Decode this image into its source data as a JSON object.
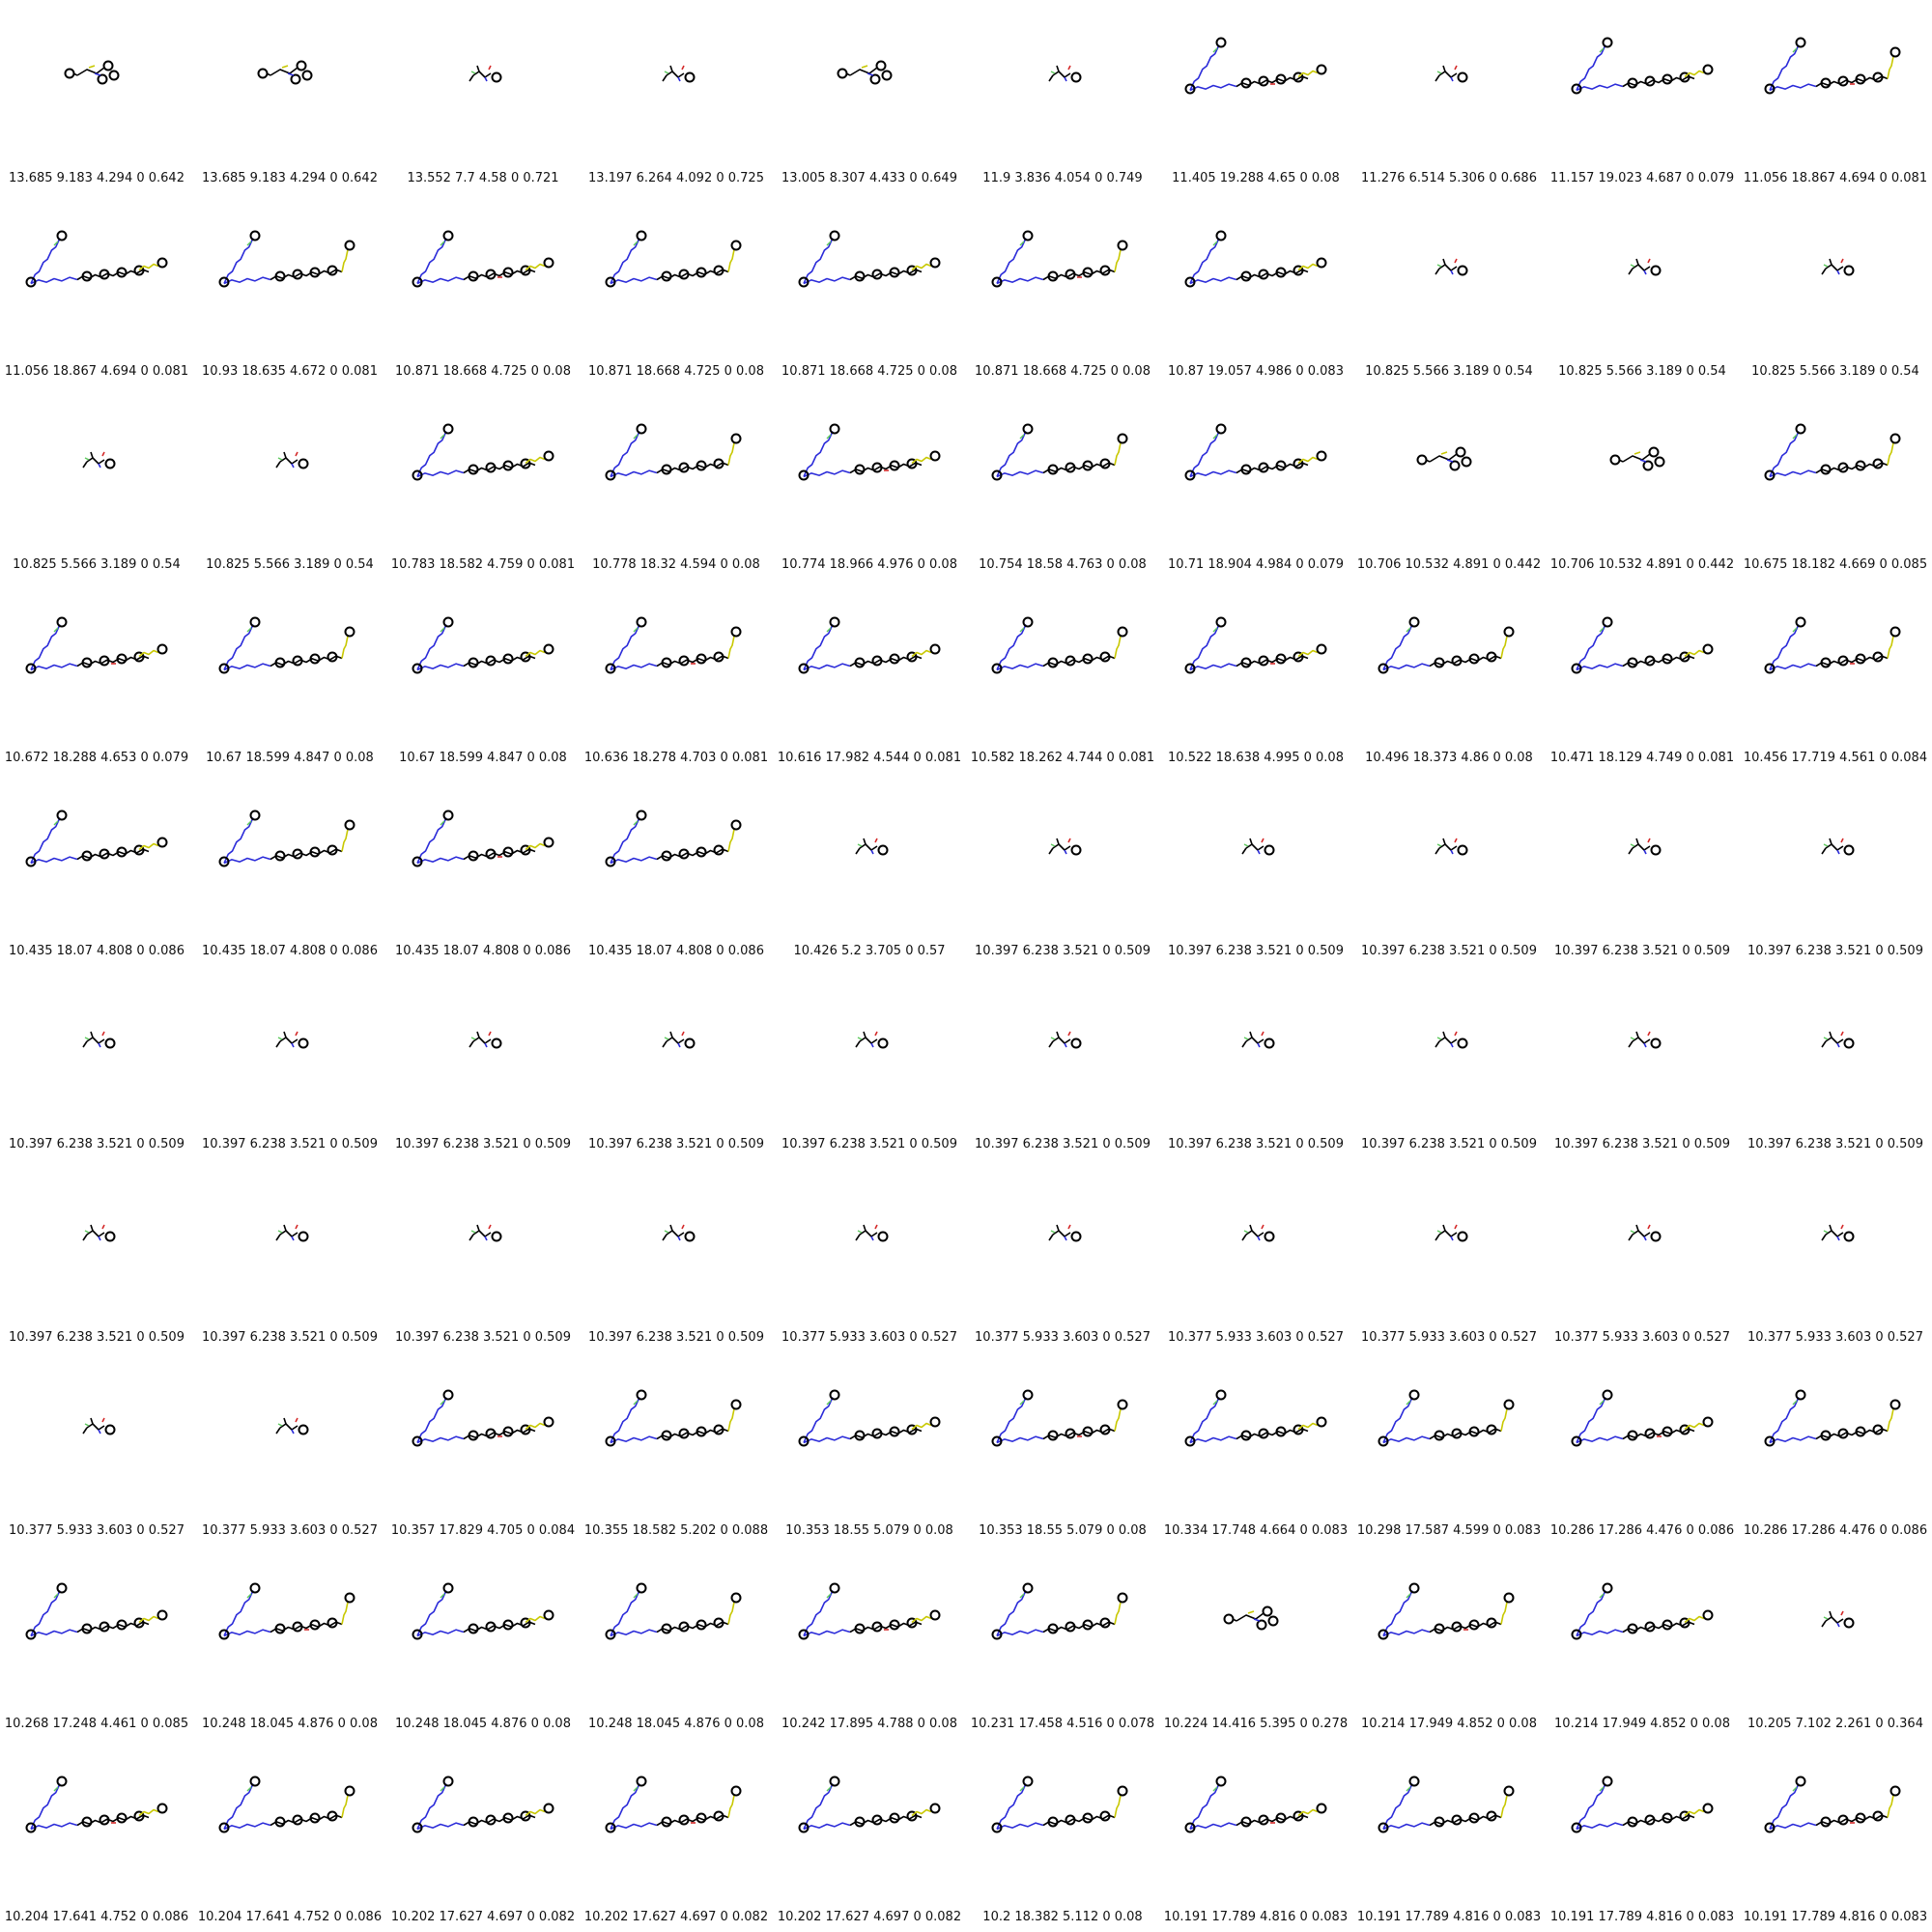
{
  "grid": {
    "columns": 10,
    "rows": 10,
    "labels": [
      "13.685 9.183 4.294 0 0.642",
      "13.685 9.183 4.294 0 0.642",
      "13.552 7.7 4.58 0 0.721",
      "13.197 6.264 4.092 0 0.725",
      "13.005 8.307 4.433 0 0.649",
      "11.9 3.836 4.054 0 0.749",
      "11.405 19.288 4.65 0 0.08",
      "11.276 6.514 5.306 0 0.686",
      "11.157 19.023 4.687 0 0.079",
      "11.056 18.867 4.694 0 0.081",
      "11.056 18.867 4.694 0 0.081",
      "10.93 18.635 4.672 0 0.081",
      "10.871 18.668 4.725 0 0.08",
      "10.871 18.668 4.725 0 0.08",
      "10.871 18.668 4.725 0 0.08",
      "10.871 18.668 4.725 0 0.08",
      "10.87 19.057 4.986 0 0.083",
      "10.825 5.566 3.189 0 0.54",
      "10.825 5.566 3.189 0 0.54",
      "10.825 5.566 3.189 0 0.54",
      "10.825 5.566 3.189 0 0.54",
      "10.825 5.566 3.189 0 0.54",
      "10.783 18.582 4.759 0 0.081",
      "10.778 18.32 4.594 0 0.08",
      "10.774 18.966 4.976 0 0.08",
      "10.754 18.58 4.763 0 0.08",
      "10.71 18.904 4.984 0 0.079",
      "10.706 10.532 4.891 0 0.442",
      "10.706 10.532 4.891 0 0.442",
      "10.675 18.182 4.669 0 0.085",
      "10.672 18.288 4.653 0 0.079",
      "10.67 18.599 4.847 0 0.08",
      "10.67 18.599 4.847 0 0.08",
      "10.636 18.278 4.703 0 0.081",
      "10.616 17.982 4.544 0 0.081",
      "10.582 18.262 4.744 0 0.081",
      "10.522 18.638 4.995 0 0.08",
      "10.496 18.373 4.86 0 0.08",
      "10.471 18.129 4.749 0 0.081",
      "10.456 17.719 4.561 0 0.084",
      "10.435 18.07 4.808 0 0.086",
      "10.435 18.07 4.808 0 0.086",
      "10.435 18.07 4.808 0 0.086",
      "10.435 18.07 4.808 0 0.086",
      "10.426 5.2 3.705 0 0.57",
      "10.397 6.238 3.521 0 0.509",
      "10.397 6.238 3.521 0 0.509",
      "10.397 6.238 3.521 0 0.509",
      "10.397 6.238 3.521 0 0.509",
      "10.397 6.238 3.521 0 0.509",
      "10.397 6.238 3.521 0 0.509",
      "10.397 6.238 3.521 0 0.509",
      "10.397 6.238 3.521 0 0.509",
      "10.397 6.238 3.521 0 0.509",
      "10.397 6.238 3.521 0 0.509",
      "10.397 6.238 3.521 0 0.509",
      "10.397 6.238 3.521 0 0.509",
      "10.397 6.238 3.521 0 0.509",
      "10.397 6.238 3.521 0 0.509",
      "10.397 6.238 3.521 0 0.509",
      "10.397 6.238 3.521 0 0.509",
      "10.397 6.238 3.521 0 0.509",
      "10.397 6.238 3.521 0 0.509",
      "10.397 6.238 3.521 0 0.509",
      "10.377 5.933 3.603 0 0.527",
      "10.377 5.933 3.603 0 0.527",
      "10.377 5.933 3.603 0 0.527",
      "10.377 5.933 3.603 0 0.527",
      "10.377 5.933 3.603 0 0.527",
      "10.377 5.933 3.603 0 0.527",
      "10.377 5.933 3.603 0 0.527",
      "10.377 5.933 3.603 0 0.527",
      "10.357 17.829 4.705 0 0.084",
      "10.355 18.582 5.202 0 0.088",
      "10.353 18.55 5.079 0 0.08",
      "10.353 18.55 5.079 0 0.08",
      "10.334 17.748 4.664 0 0.083",
      "10.298 17.587 4.599 0 0.083",
      "10.286 17.286 4.476 0 0.086",
      "10.286 17.286 4.476 0 0.086",
      "10.268 17.248 4.461 0 0.085",
      "10.248 18.045 4.876 0 0.08",
      "10.248 18.045 4.876 0 0.08",
      "10.248 18.045 4.876 0 0.08",
      "10.242 17.895 4.788 0 0.08",
      "10.231 17.458 4.516 0 0.078",
      "10.224 14.416 5.395 0 0.278",
      "10.214 17.949 4.852 0 0.08",
      "10.214 17.949 4.852 0 0.08",
      "10.205 7.102 2.261 0 0.364",
      "10.204 17.641 4.752 0 0.086",
      "10.204 17.641 4.752 0 0.086",
      "10.202 17.627 4.697 0 0.082",
      "10.202 17.627 4.697 0 0.082",
      "10.202 17.627 4.697 0 0.082",
      "10.2 18.382 5.112 0 0.08",
      "10.191 17.789 4.816 0 0.083",
      "10.191 17.789 4.816 0 0.083",
      "10.191 17.789 4.816 0 0.083",
      "10.191 17.789 4.816 0 0.083"
    ]
  },
  "colors": {
    "bond": "#000000",
    "nitrogen": "#2b2bd9",
    "sulfur": "#c8c800",
    "oxygen": "#d42a2a",
    "fluorine": "#5cc85c",
    "label": "#111111"
  }
}
